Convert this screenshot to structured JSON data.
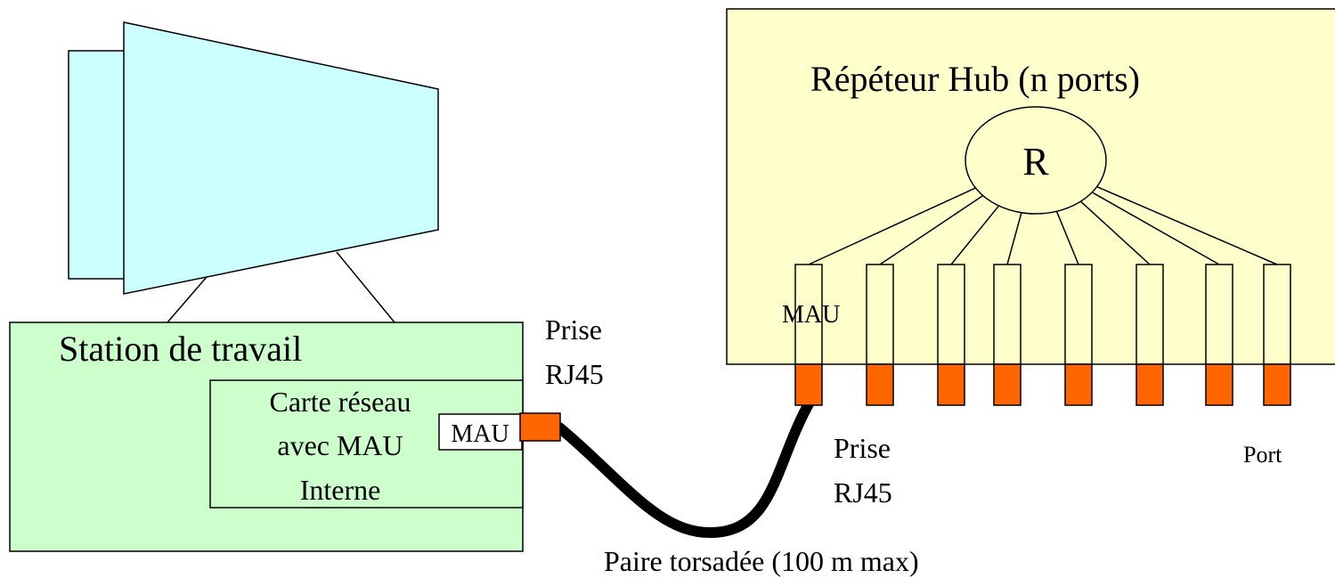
{
  "workstation": {
    "title": "Station de travail",
    "card_line1": "Carte réseau",
    "card_line2": "avec MAU",
    "card_line3": "Interne",
    "mau_label": "MAU"
  },
  "hub": {
    "title": "Répéteur  Hub (n ports)",
    "repeater_label": "R",
    "mau_label": "MAU",
    "port_count": 8
  },
  "labels": {
    "prise_left_1": "Prise",
    "prise_left_2": "RJ45",
    "prise_right_1": "Prise",
    "prise_right_2": "RJ45",
    "port": "Port",
    "cable": "Paire torsadée (100 m max)"
  },
  "colors": {
    "monitor_fill": "#ccffff",
    "station_fill": "#ccffcc",
    "hub_fill": "#ffffcc",
    "connector_fill": "#ff6600",
    "cable": "#000000"
  }
}
